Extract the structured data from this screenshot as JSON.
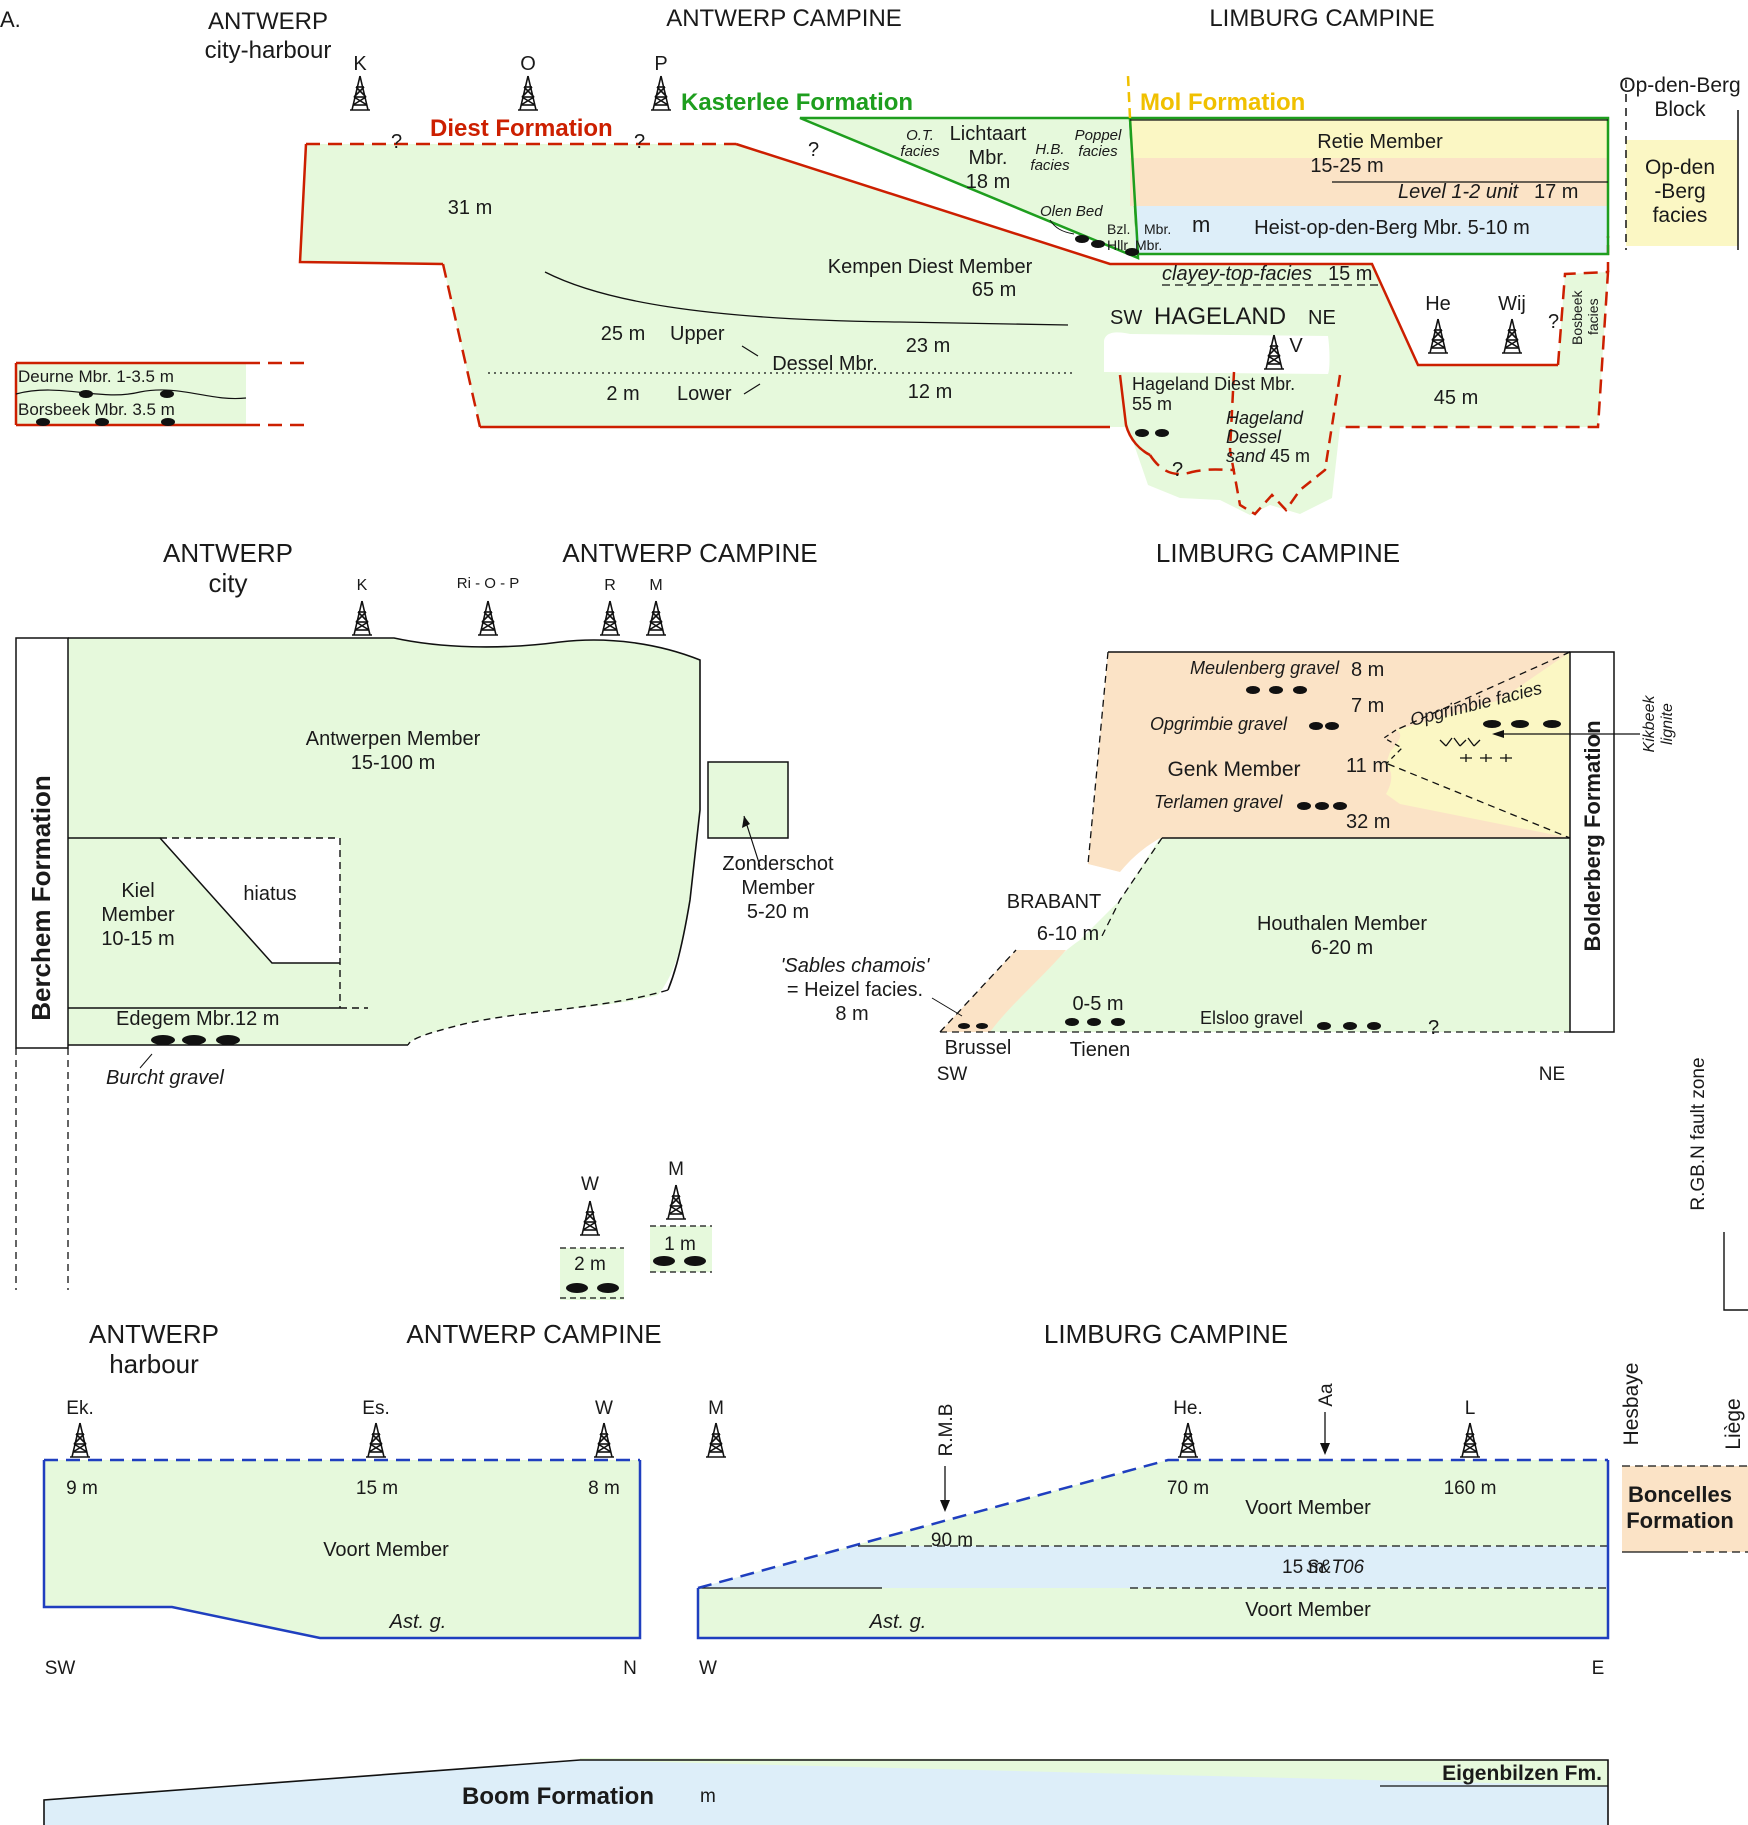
{
  "colors": {
    "green_fill": "#e6f9dc",
    "blue_fill": "#ddeef9",
    "yellow_fill": "#fbf7c4",
    "orange_fill": "#fbe3c6",
    "diest_red": "#cc1f00",
    "kasterlee_green": "#1e9e1e",
    "mol_yellow": "#f0c000",
    "voort_blue": "#1f3fbf"
  },
  "icons": {
    "borehole": "derrick-icon",
    "gravel": "pebble-ellipse-icon",
    "lignite": "lambda-mark-icon"
  },
  "panelA": {
    "label": "A.",
    "regions": {
      "antwerp_line1": "ANTWERP",
      "antwerp_line2": "city-harbour",
      "campine": "ANTWERP CAMPINE",
      "limburg": "LIMBURG CAMPINE",
      "opdenberg_line1": "Op-den-Berg",
      "opdenberg_line2": "Block"
    },
    "wells": {
      "k": "K",
      "o": "O",
      "p": "P",
      "v": "V",
      "he": "He",
      "wij": "Wij"
    },
    "formations": {
      "diest": "Diest Formation",
      "kasterlee": "Kasterlee Formation",
      "mol": "Mol Formation"
    },
    "labels": {
      "q1": "?",
      "q2": "?",
      "q3": "?",
      "q4": "?",
      "q5": "?",
      "ot1": "O.T.",
      "ot2": "facies",
      "lich1": "Lichtaart",
      "lich2": "Mbr.",
      "lich3": "18 m",
      "hb1": "H.B.",
      "hb2": "facies",
      "pop1": "Poppel",
      "pop2": "facies",
      "retie1": "Retie Member",
      "retie2": "15-25 m",
      "level_a": "Level 1-2 unit",
      "level_b": "17 m",
      "opf1": "Op-den",
      "opf2": "-Berg",
      "opf3": "facies",
      "olen": "Olen Bed",
      "bzl": "Bzl.",
      "mbr": "Mbr.",
      "hllr": "Hllr. Mbr.",
      "m": "m",
      "heist": "Heist-op-den-Berg Mbr. 5-10 m",
      "t31": "31 m",
      "kempen1": "Kempen Diest Member",
      "kempen2": "65 m",
      "clayey": "clayey-top-facies",
      "clayey_thk": "15 m",
      "sw": "SW",
      "hageland": "HAGELAND",
      "ne": "NE",
      "upper_thk": "25 m",
      "upper": "Upper",
      "dessel": "Dessel Mbr.",
      "t23": "23 m",
      "lower_thk": "2 m",
      "lower": "Lower",
      "t12": "12 m",
      "deurne": "Deurne Mbr. 1-3.5 m",
      "borsbeek": "Borsbeek Mbr. 3.5 m",
      "hag1": "Hageland Diest Mbr.",
      "hag2": "55 m",
      "hds1": "Hageland",
      "hds2": "Dessel",
      "hds3": "sand",
      "hds4": "45 m",
      "t45": "45 m",
      "bos1": "Bosbeek",
      "bos2": "facies"
    }
  },
  "panelB": {
    "regions": {
      "antwerp_line1": "ANTWERP",
      "antwerp_line2": "city",
      "campine": "ANTWERP CAMPINE",
      "limburg": "LIMBURG CAMPINE"
    },
    "wells": {
      "k": "K",
      "riop": "Ri - O - P",
      "r": "R",
      "m": "M"
    },
    "labels": {
      "antw1": "Antwerpen Member",
      "antw2": "15-100 m",
      "kiel1": "Kiel",
      "kiel2": "Member",
      "kiel3": "10-15 m",
      "hiatus": "hiatus",
      "edegem": "Edegem Mbr.12 m",
      "burcht": "Burcht gravel",
      "berchem": "Berchem Formation",
      "zond1": "Zonderschot",
      "zond2": "Member",
      "zond3": "5-20 m",
      "meul_a": "Meulenberg gravel",
      "meul_b": "8 m",
      "t7": "7 m",
      "opgr_g": "Opgrimbie gravel",
      "opgr_f": "Opgrimbie facies",
      "genk": "Genk Member",
      "t11": "11 m",
      "terl": "Terlamen gravel",
      "t32": "32 m",
      "kik1": "Kikbeek",
      "kik2": "lignite",
      "bold": "Bolderberg Formation",
      "brabant": "BRABANT",
      "brab_thk": "6-10 m",
      "hout1": "Houthalen Member",
      "hout2": "6-20 m",
      "sables": "'Sables chamois'",
      "heizel": "= Heizel facies.",
      "t8": "8 m",
      "t05": "0-5 m",
      "elsloo": "Elsloo gravel",
      "q": "?",
      "brussel": "Brussel",
      "tienen": "Tienen",
      "sw": "SW",
      "ne": "NE",
      "fault": "R.GB.N fault zone"
    }
  },
  "panelC": {
    "wells": {
      "w": "W",
      "m": "M"
    },
    "labels": {
      "t2": "2 m",
      "t1": "1 m"
    }
  },
  "panelD": {
    "regions": {
      "antwerp_line1": "ANTWERP",
      "antwerp_line2": "harbour",
      "campine": "ANTWERP CAMPINE",
      "limburg": "LIMBURG CAMPINE"
    },
    "wells": {
      "ek": "Ek.",
      "es": "Es.",
      "w": "W",
      "m": "M",
      "rmb": "R.M.B",
      "he": "He.",
      "aa": "Aa",
      "l": "L"
    },
    "labels": {
      "t9": "9 m",
      "t15": "15 m",
      "t8": "8 m",
      "voort": "Voort Member",
      "astg": "Ast. g.",
      "sw": "SW",
      "n": "N",
      "w": "W",
      "e": "E",
      "t90": "90 m",
      "t70": "70 m",
      "t160": "160 m",
      "voort_r": "Voort Member",
      "st_a": "15 m",
      "st_b": "S&T06",
      "voort_low": "Voort Member",
      "astg_r": "Ast. g.",
      "hesbaye": "Hesbaye",
      "liege": "Liège",
      "bonc1": "Boncelles",
      "bonc2": "Formation"
    }
  },
  "panelE": {
    "labels": {
      "boom": "Boom Formation",
      "m": "m",
      "eigen": "Eigenbilzen Fm."
    }
  }
}
